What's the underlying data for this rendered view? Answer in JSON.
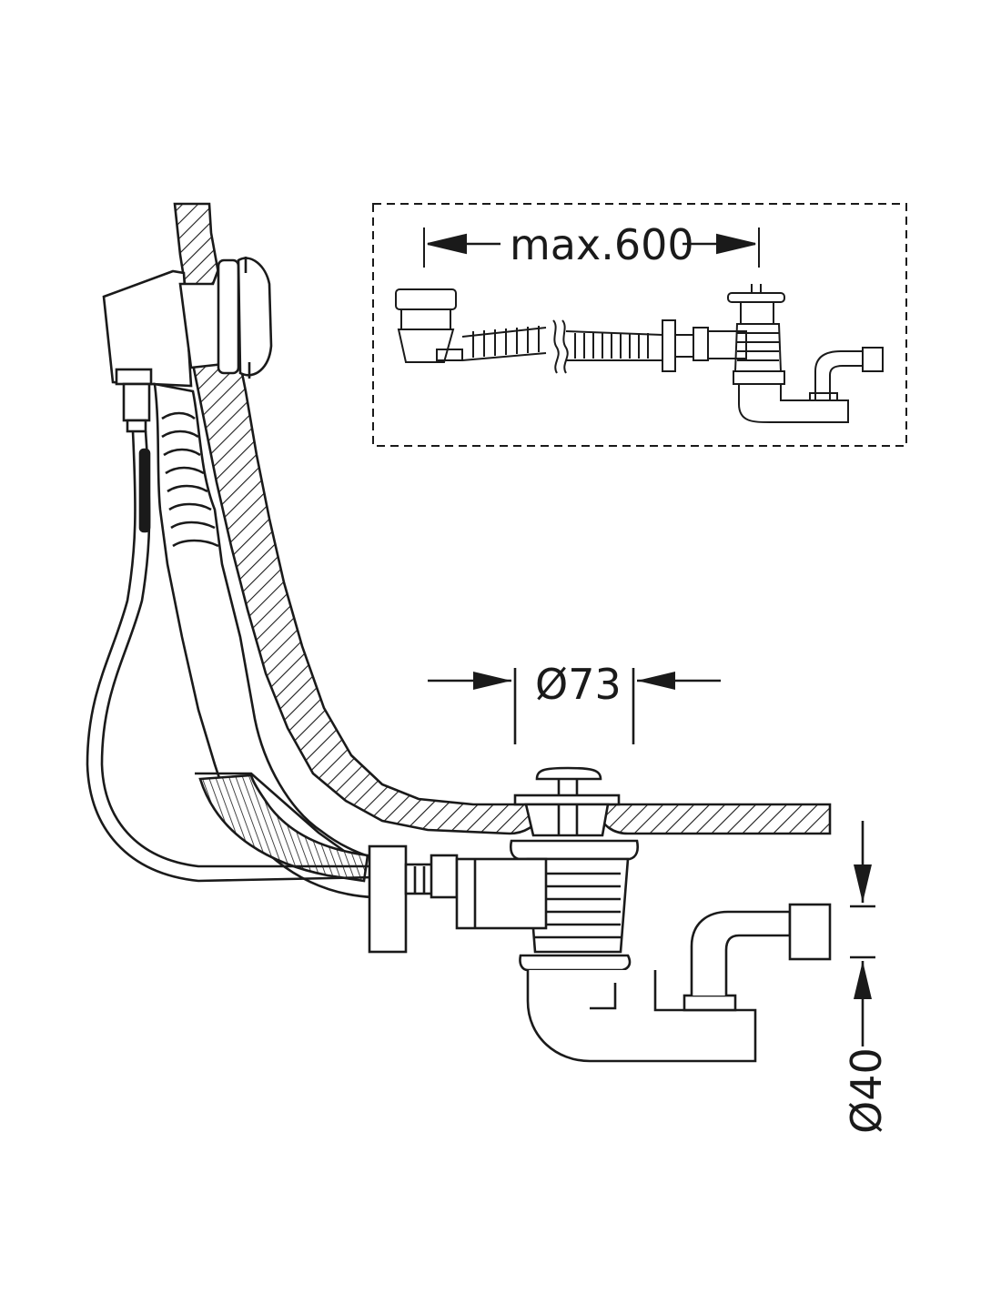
{
  "colors": {
    "ink": "#1a1a1a",
    "background": "#ffffff"
  },
  "inset": {
    "dimension_label": "max.600"
  },
  "main": {
    "drain_dimension_label": "Ø73",
    "outlet_dimension_label": "Ø40"
  }
}
